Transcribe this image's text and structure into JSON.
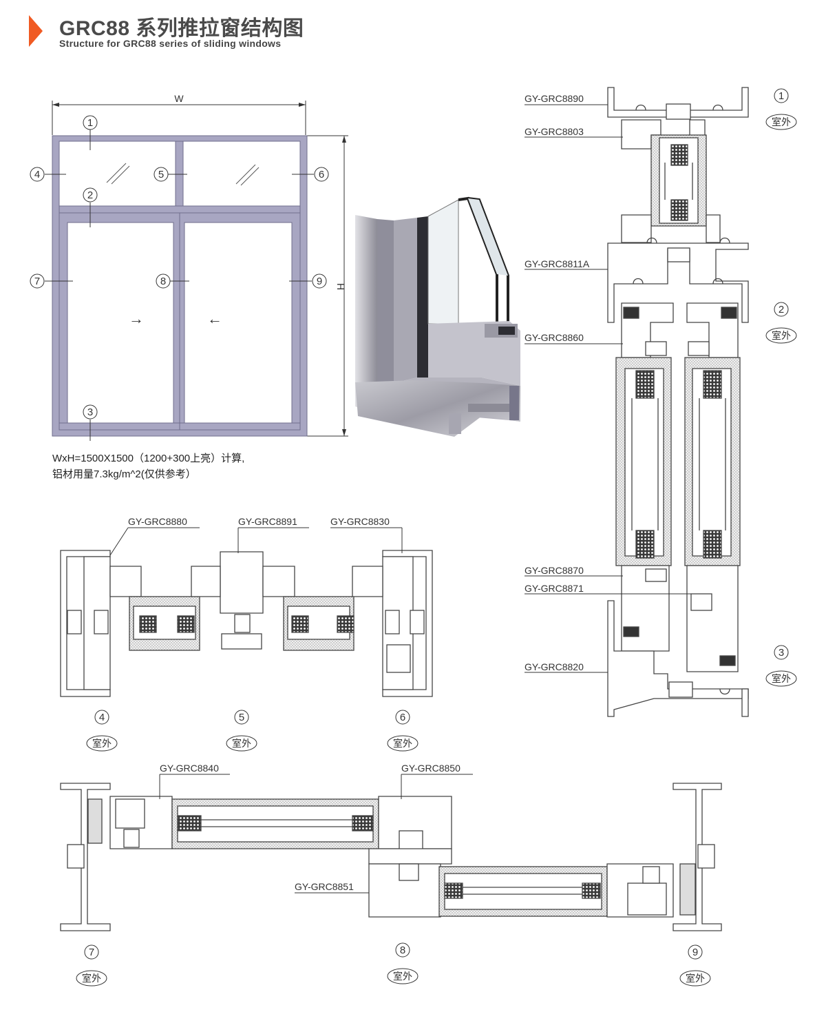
{
  "header": {
    "title": "GRC88 系列推拉窗结构图",
    "subtitle": "Structure for GRC88 series of sliding windows",
    "accent_color": "#f05a22"
  },
  "elevation": {
    "width_label": "W",
    "height_label": "H",
    "markers": [
      "1",
      "2",
      "3",
      "4",
      "5",
      "6",
      "7",
      "8",
      "9"
    ],
    "arrow_left": "→",
    "arrow_right": "←",
    "note_line1": "WxH=1500X1500（1200+300上亮）计算,",
    "note_line2": "铝材用量7.3kg/m^2(仅供参考）",
    "frame_color": "#a8a6c2"
  },
  "vertical_section": {
    "profiles": [
      "GY-GRC8890",
      "GY-GRC8803",
      "GY-GRC8811A",
      "GY-GRC8860",
      "GY-GRC8870",
      "GY-GRC8871",
      "GY-GRC8820"
    ],
    "markers": [
      "1",
      "2",
      "3"
    ],
    "outside_label": "室外"
  },
  "transom_section": {
    "profiles": [
      "GY-GRC8880",
      "GY-GRC8891",
      "GY-GRC8830"
    ],
    "markers": [
      "4",
      "5",
      "6"
    ],
    "outside_label": "室外"
  },
  "sash_section": {
    "profiles": [
      "GY-GRC8840",
      "GY-GRC8850",
      "GY-GRC8851"
    ],
    "markers": [
      "7",
      "8",
      "9"
    ],
    "outside_label": "室外"
  }
}
